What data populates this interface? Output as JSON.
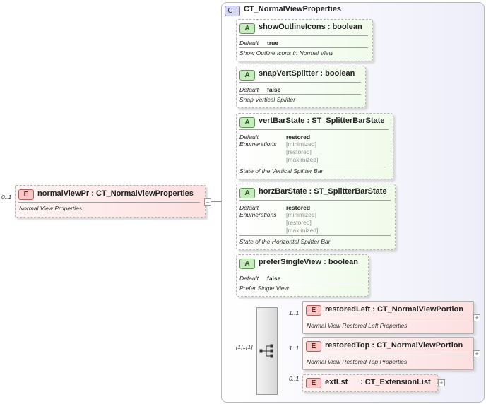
{
  "root_element": {
    "badge": "E",
    "name": "normalViewPr",
    "type": "CT_NormalViewProperties",
    "cardinality": "0..1",
    "doc": "Normal View Properties",
    "collapse_symbol": "–"
  },
  "complex_type": {
    "badge": "CT",
    "name": "CT_NormalViewProperties"
  },
  "labels": {
    "default": "Default",
    "enumerations": "Enumerations"
  },
  "attributes": [
    {
      "badge": "A",
      "name": "showOutlineIcons",
      "type": "boolean",
      "default": "true",
      "enumerations": [],
      "doc": "Show Outline Icons in Normal View"
    },
    {
      "badge": "A",
      "name": "snapVertSplitter",
      "type": "boolean",
      "default": "false",
      "enumerations": [],
      "doc": "Snap Vertical Splitter"
    },
    {
      "badge": "A",
      "name": "vertBarState",
      "type": "ST_SplitterBarState",
      "default": "restored",
      "enumerations": [
        "[minimized]",
        "[restored]",
        "[maximized]"
      ],
      "doc": "State of the Vertical Splitter Bar"
    },
    {
      "badge": "A",
      "name": "horzBarState",
      "type": "ST_SplitterBarState",
      "default": "restored",
      "enumerations": [
        "[minimized]",
        "[restored]",
        "[maximized]"
      ],
      "doc": "State of the Horizontal Splitter Bar"
    },
    {
      "badge": "A",
      "name": "preferSingleView",
      "type": "boolean",
      "default": "false",
      "enumerations": [],
      "doc": "Prefer Single View"
    }
  ],
  "sequence": {
    "cardinality": "[1]..[1]"
  },
  "children": [
    {
      "badge": "E",
      "name": "restoredLeft",
      "type": "CT_NormalViewPortion",
      "cardinality": "1..1",
      "doc": "Normal View Restored Left Properties",
      "expand_symbol": "+"
    },
    {
      "badge": "E",
      "name": "restoredTop",
      "type": "CT_NormalViewPortion",
      "cardinality": "1..1",
      "doc": "Normal View Restored Top Properties",
      "expand_symbol": "+"
    },
    {
      "badge": "E",
      "name": "extLst",
      "type": "CT_ExtensionList",
      "cardinality": "0..1",
      "doc": "",
      "expand_symbol": "+"
    }
  ]
}
